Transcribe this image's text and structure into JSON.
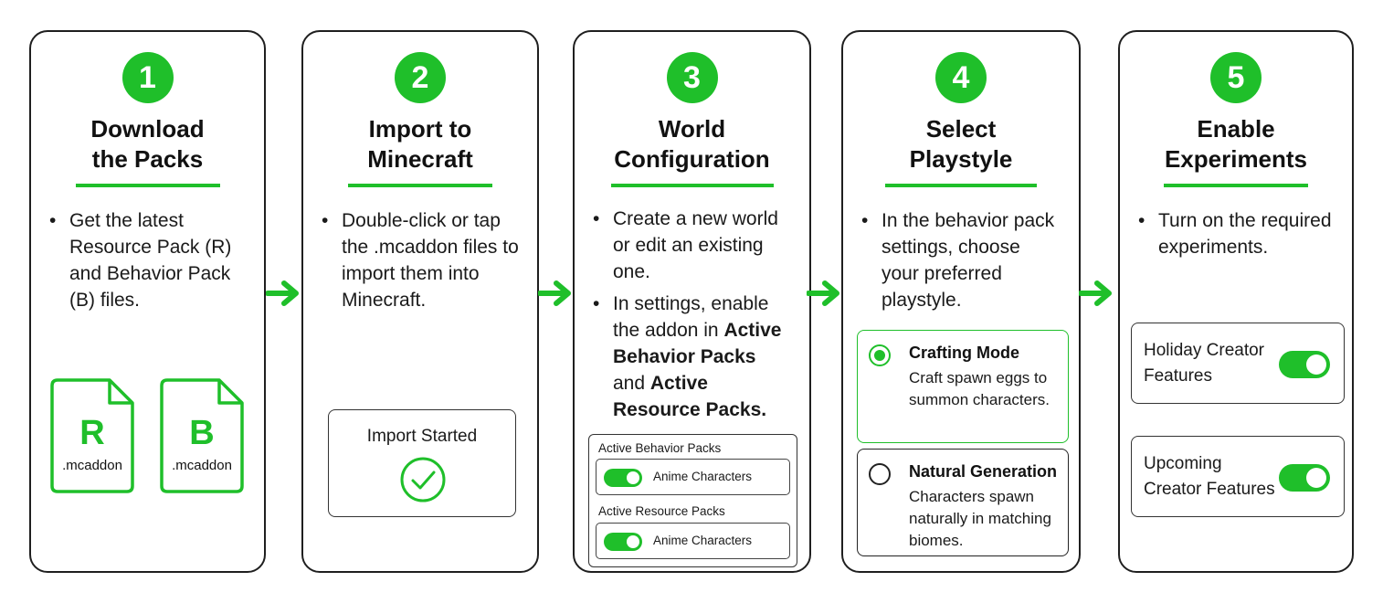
{
  "colors": {
    "accent": "#1fbf2a",
    "border": "#1f1f1f",
    "text": "#1a1a1a"
  },
  "steps": [
    {
      "number": "1",
      "title_line1": "Download",
      "title_line2": "the Packs",
      "bullets": [
        "Get the latest Resource Pack (R) and Behavior Pack (B) files."
      ],
      "files": [
        {
          "letter": "R",
          "ext": ".mcaddon"
        },
        {
          "letter": "B",
          "ext": ".mcaddon"
        }
      ]
    },
    {
      "number": "2",
      "title_line1": "Import to",
      "title_line2": "Minecraft",
      "bullets": [
        "Double-click or tap the .mcaddon files to import them into Minecraft."
      ],
      "status_label": "Import Started"
    },
    {
      "number": "3",
      "title_line1": "World",
      "title_line2": "Configuration",
      "bullets": [
        "Create a new world or edit an existing one."
      ],
      "bullet2_lead": "In settings, enable the addon in ",
      "bullet2_bold1": "Active Behavior Packs",
      "bullet2_and": " and ",
      "bullet2_bold2": "Active Resource Packs",
      "bullet2_end": ".",
      "packs": [
        {
          "heading": "Active Behavior Packs",
          "item": "Anime Characters",
          "enabled": true
        },
        {
          "heading": "Active Resource Packs",
          "item": "Anime Characters",
          "enabled": true
        }
      ]
    },
    {
      "number": "4",
      "title_line1": "Select",
      "title_line2": "Playstyle",
      "bullets": [
        "In the behavior pack settings, choose your preferred playstyle."
      ],
      "options": [
        {
          "title": "Crafting Mode",
          "description": "Craft spawn eggs to summon characters.",
          "selected": true
        },
        {
          "title": "Natural Generation",
          "description": "Characters spawn naturally in matching biomes.",
          "selected": false
        }
      ]
    },
    {
      "number": "5",
      "title_line1": "Enable",
      "title_line2": "Experiments",
      "bullets": [
        "Turn on the required experiments."
      ],
      "experiments": [
        {
          "label": "Holiday Creator Features",
          "enabled": true
        },
        {
          "label": "Upcoming Creator Features",
          "enabled": true
        }
      ]
    }
  ]
}
